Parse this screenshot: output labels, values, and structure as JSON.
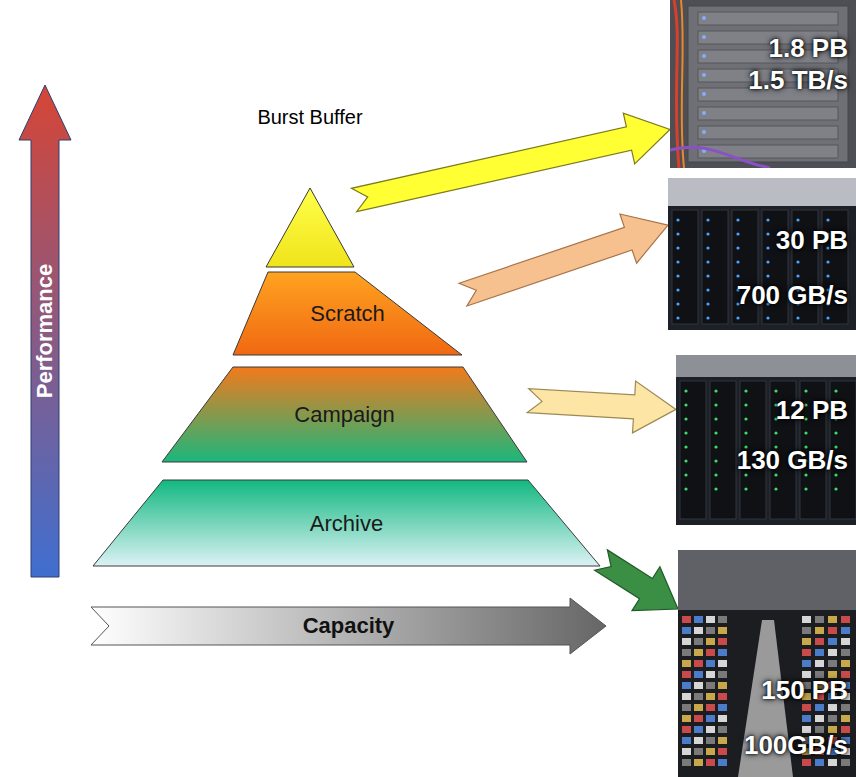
{
  "diagram": {
    "nodes": [
      {
        "text": [
          "Performance"
        ]
      },
      {
        "text": [
          "Burst Buffer"
        ]
      },
      {
        "text": [
          "Scratch"
        ]
      },
      {
        "text": [
          "Campaign"
        ]
      },
      {
        "text": [
          "Archive"
        ]
      },
      {
        "text": [
          "Capacity"
        ]
      },
      {
        "text": [
          "1.8 PB",
          "1.5 TB/s"
        ]
      },
      {
        "text": [
          "30 PB",
          "700 GB/s"
        ]
      },
      {
        "text": [
          "12 PB",
          "130 GB/s"
        ]
      },
      {
        "text": [
          "150 PB",
          "100GB/s"
        ]
      }
    ],
    "edges": [
      {
        "from": 1,
        "to": 6,
        "arrow": "to"
      },
      {
        "from": 2,
        "to": 7,
        "arrow": "to"
      },
      {
        "from": 3,
        "to": 8,
        "arrow": "to"
      },
      {
        "from": 4,
        "to": 9,
        "arrow": "to"
      }
    ]
  }
}
